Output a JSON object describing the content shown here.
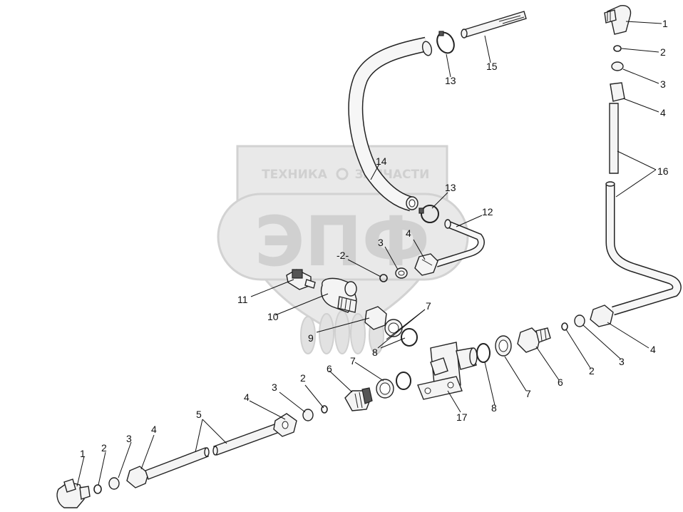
{
  "watermark": {
    "brand_left": "ТЕХНИКА",
    "brand_right": "ЗАПЧАСТИ",
    "logo": "ЭПФ"
  },
  "labels": {
    "l1_top": "1",
    "l2_top": "2",
    "l3_top": "3",
    "l4_top": "4",
    "l16": "16",
    "l4_right": "4",
    "l3_right": "3",
    "l2_right": "2",
    "l6_right": "6",
    "l7_right": "7",
    "l8_right": "8",
    "l17": "17",
    "l15": "15",
    "l13_top": "13",
    "l14": "14",
    "l13_mid": "13",
    "l12": "12",
    "l4_mid": "4",
    "l3_mid": "3",
    "l2_mid": "-2-",
    "l11": "11",
    "l10": "10",
    "l9": "9",
    "l7_mid": "7",
    "l8_mid": "8",
    "l7_low": "7",
    "l6_low": "6",
    "l2_low": "2",
    "l3_low": "3",
    "l4_low": "4",
    "l5": "5",
    "l4_bl": "4",
    "l3_bl": "3",
    "l2_bl": "2",
    "l1_bl": "1"
  }
}
